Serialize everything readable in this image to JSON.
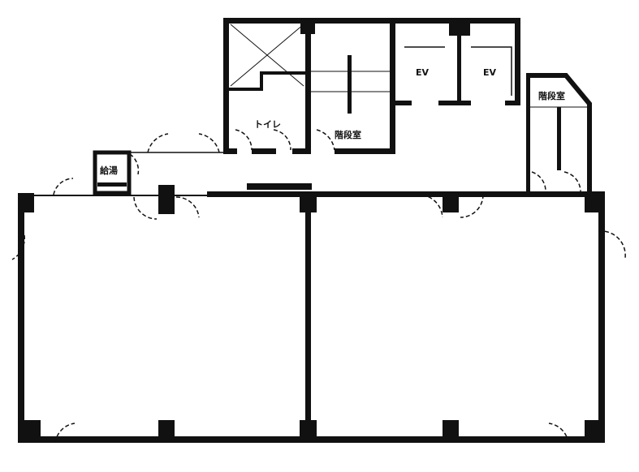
{
  "title": "Floor plan",
  "rooms": {
    "kitchenette": "給湯",
    "toilet": "トイレ",
    "stairwell_center": "階段室",
    "elevator_1": "EV",
    "elevator_2": "EV",
    "stairwell_right": "階段室"
  },
  "colors": {
    "wall": "#111111",
    "background": "#ffffff"
  }
}
